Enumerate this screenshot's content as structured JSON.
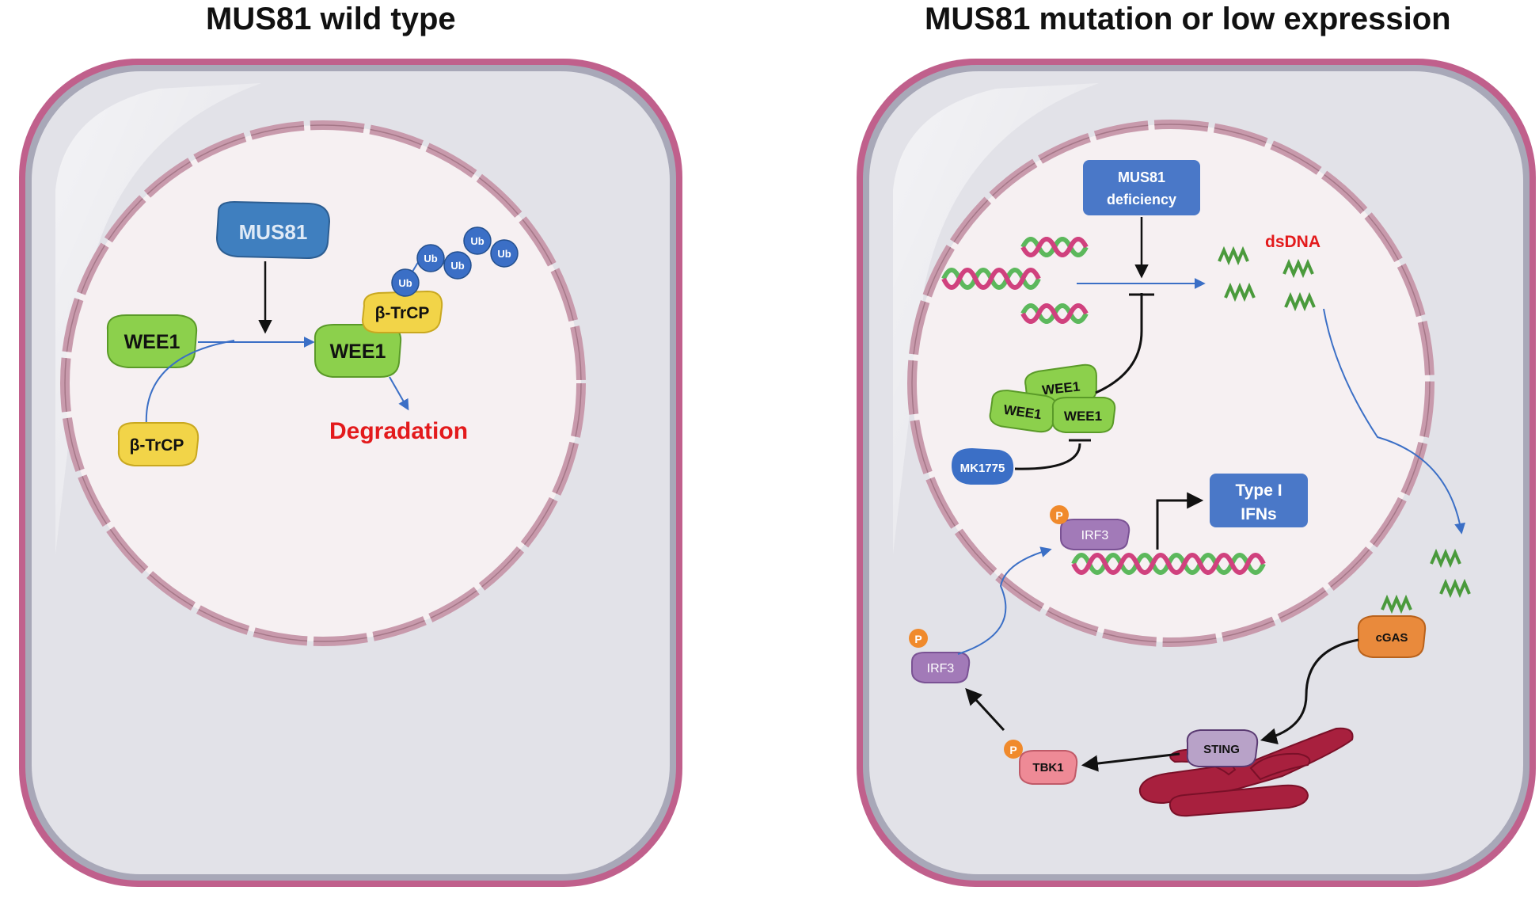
{
  "left_panel": {
    "title": "MUS81 wild type",
    "mus81": "MUS81",
    "wee1_free": "WEE1",
    "wee1_bound": "WEE1",
    "btrcp_free": "β-TrCP",
    "btrcp_bound": "β-TrCP",
    "ubiquitin": [
      "Ub",
      "Ub",
      "Ub",
      "Ub",
      "Ub"
    ],
    "outcome": "Degradation"
  },
  "right_panel": {
    "title": "MUS81 mutation or low expression",
    "deficiency_box": [
      "MUS81",
      "deficiency"
    ],
    "dsdna_label": "dsDNA",
    "wee1_labels": [
      "WEE1",
      "WEE1",
      "WEE1"
    ],
    "inhibitor": "MK1775",
    "ifn_box": [
      "Type I",
      "IFNs"
    ],
    "irf3_nuclear": "IRF3",
    "irf3_cytosolic": "IRF3",
    "phospho": [
      "P",
      "P",
      "P"
    ],
    "cgas": "cGAS",
    "sting": "STING",
    "tbk1": "TBK1"
  },
  "colors": {
    "cell_membrane": "#c0608c",
    "cytoplasm": "#e2e2e8",
    "nucleus": "#f6f0f2",
    "nuclear_envelope": "#c89aac",
    "arrow_blue": "#3b6fc6",
    "label_red": "#e31a1c",
    "box_blue": "#4a78c8",
    "wee1_green": "#8cd04c",
    "btrcp_yellow": "#f2d448",
    "irf3_purple": "#a27ab8",
    "phospho_orange": "#f08a2c",
    "tbk1_pink": "#ee8a96",
    "cgas_orange": "#e98a3c",
    "er_red": "#a8203e"
  }
}
